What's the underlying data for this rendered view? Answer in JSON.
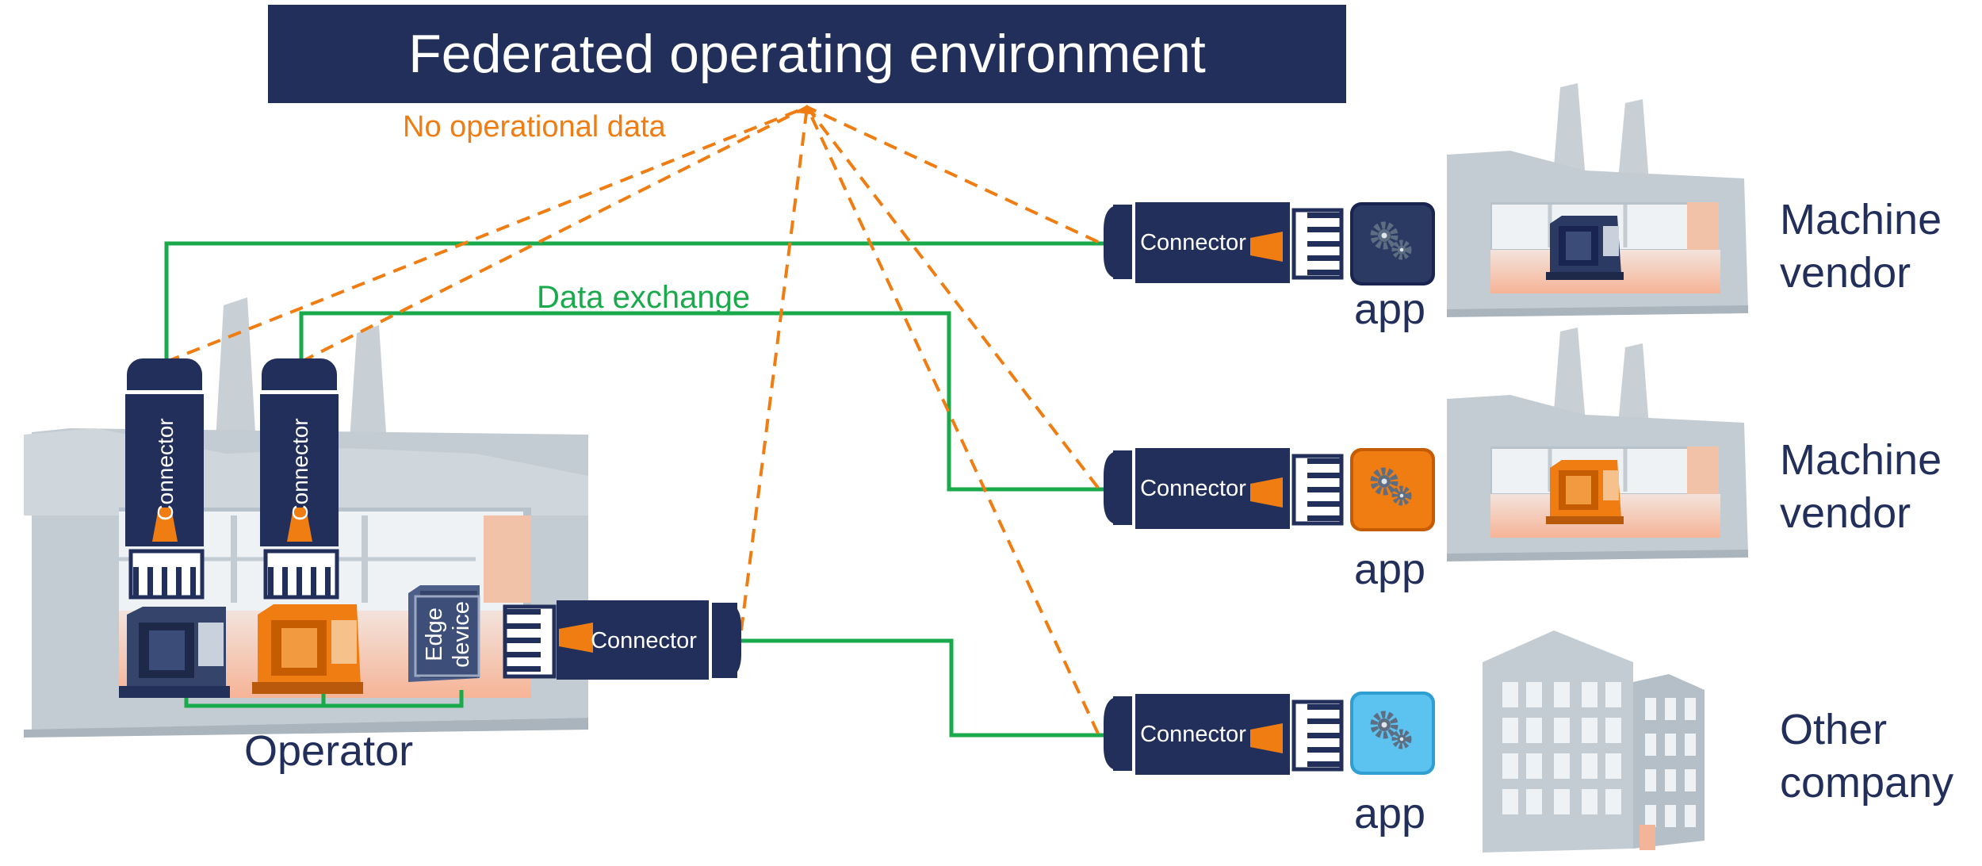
{
  "title": "Federated operating environment",
  "labels": {
    "no_operational_data": "No operational data",
    "data_exchange": "Data exchange",
    "operator": "Operator"
  },
  "connector_label": "Connector",
  "edge_device_label": [
    "Edge",
    "device"
  ],
  "app_label": "app",
  "participants": [
    {
      "name_lines": [
        "Machine",
        "vendor"
      ],
      "app_color": "#2b3a63",
      "machine_color": "#2b3a63"
    },
    {
      "name_lines": [
        "Machine",
        "vendor"
      ],
      "app_color": "#ef7d12",
      "machine_color": "#ef7d12"
    },
    {
      "name_lines": [
        "Other",
        "company"
      ],
      "app_color": "#5cc3f0"
    }
  ],
  "colors": {
    "navy": "#232f5b",
    "orange": "#ef7d12",
    "green": "#1aaa4b",
    "building": "#c3ccd3",
    "building_dark": "#aab4bc",
    "glow": "#f6b497"
  },
  "icons": {
    "app": "gears-icon",
    "connector": "connector-plug-icon",
    "factory": "factory-icon",
    "office": "office-building-icon",
    "machine": "cnc-machine-icon",
    "edge": "edge-device-server-icon"
  }
}
